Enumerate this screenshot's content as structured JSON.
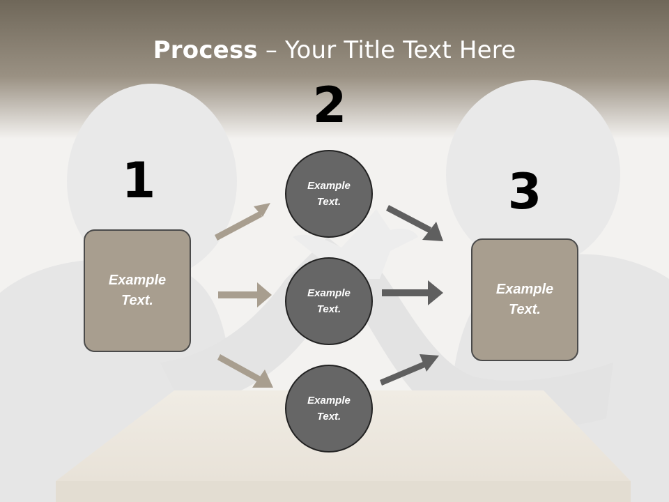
{
  "slide": {
    "title_bold": "Process",
    "title_rest": " – Your Title Text Here"
  },
  "steps": {
    "step1": {
      "number": "1",
      "text_line1": "Example",
      "text_line2": "Text."
    },
    "step2": {
      "number": "2"
    },
    "step3": {
      "number": "3",
      "text_line1": "Example",
      "text_line2": "Text."
    }
  },
  "circles": [
    {
      "text_line1": "Example",
      "text_line2": "Text."
    },
    {
      "text_line1": "Example",
      "text_line2": "Text."
    },
    {
      "text_line1": "Example",
      "text_line2": "Text."
    }
  ],
  "colors": {
    "header_band": "#7a7265",
    "box_fill": "#a89e8f",
    "circle_fill": "#666666",
    "arrow_left": "#a89e8f",
    "arrow_right": "#5f5f5f"
  }
}
